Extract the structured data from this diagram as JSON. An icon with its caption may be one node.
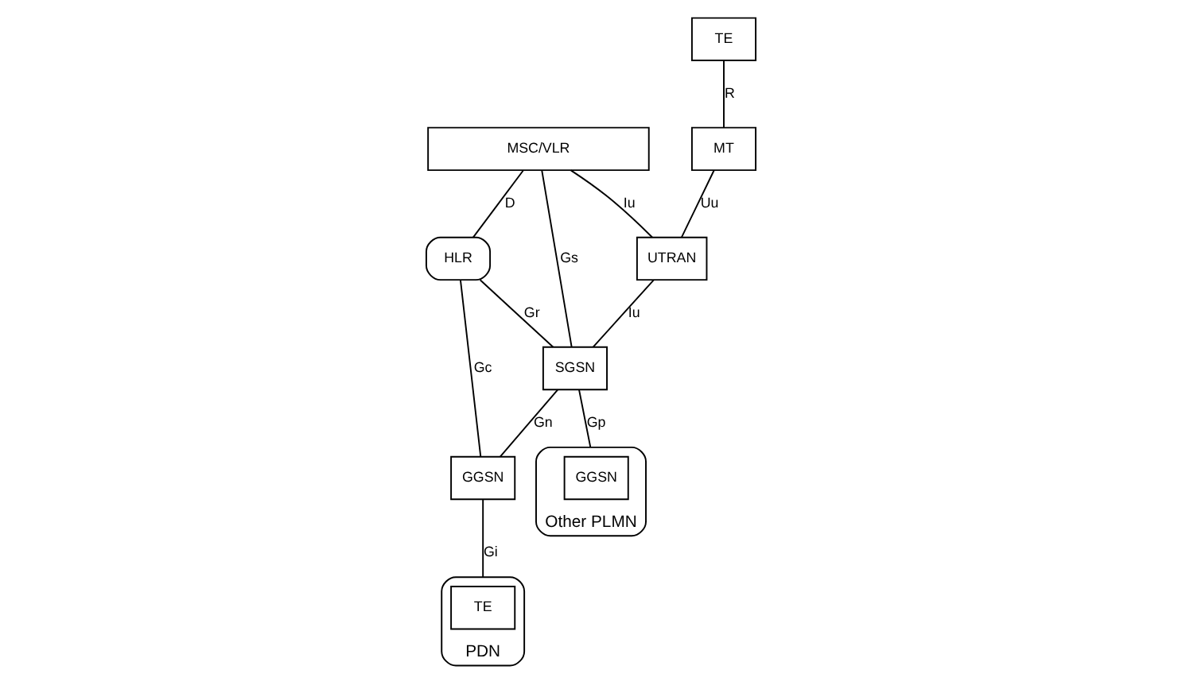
{
  "diagram": {
    "nodes": [
      {
        "text": [
          "MSC/VLR"
        ]
      },
      {
        "text": [
          "HLR"
        ]
      },
      {
        "text": [
          "TE"
        ]
      },
      {
        "text": [
          "MT"
        ]
      },
      {
        "text": [
          "UTRAN"
        ]
      },
      {
        "text": [
          "SGSN"
        ]
      },
      {
        "text": [
          "GGSN"
        ]
      },
      {
        "text": [
          "PDN"
        ]
      },
      {
        "text": [
          "TE"
        ],
        "in": 7
      },
      {
        "text": [
          "Other PLMN"
        ]
      },
      {
        "text": [
          "GGSN"
        ],
        "in": 9
      }
    ],
    "edges": [
      {
        "from": 0,
        "to": 1,
        "arrow": "none",
        "label": "D"
      },
      {
        "from": 0,
        "to": 4,
        "arrow": "none",
        "label": "Iu"
      },
      {
        "from": 0,
        "to": 5,
        "arrow": "none",
        "label": "Gs"
      },
      {
        "from": 1,
        "to": 5,
        "arrow": "none",
        "label": "Gr"
      },
      {
        "from": 1,
        "to": 6,
        "arrow": "none",
        "label": "Gc"
      },
      {
        "from": 2,
        "to": 3,
        "arrow": "none",
        "label": "R"
      },
      {
        "from": 3,
        "to": 4,
        "arrow": "none",
        "label": "Uu"
      },
      {
        "from": 4,
        "to": 5,
        "arrow": "none",
        "label": "Iu"
      },
      {
        "from": 5,
        "to": 6,
        "arrow": "none",
        "label": "Gn"
      },
      {
        "from": 6,
        "to": 7,
        "arrow": "none",
        "label": "Gi"
      },
      {
        "from": 5,
        "to": 9,
        "arrow": "none",
        "label": "Gp"
      }
    ]
  }
}
